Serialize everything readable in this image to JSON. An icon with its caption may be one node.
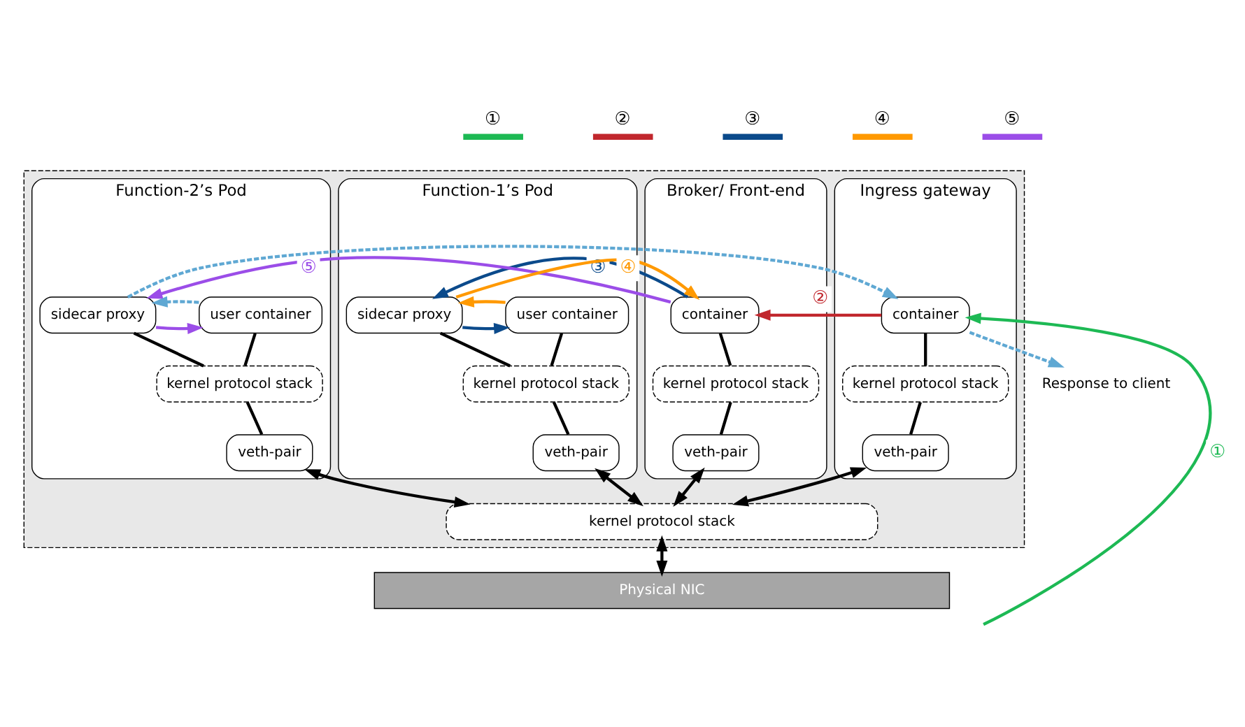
{
  "diagram": {
    "nodes": [
      {
        "text": [],
        "shape": "box"
      },
      {
        "text": [
          "Ingress gateway"
        ],
        "in": 0
      },
      {
        "text": [
          "container"
        ],
        "in": 1
      },
      {
        "text": [
          "kernel protocol stack"
        ],
        "in": 1
      },
      {
        "text": [
          "veth-pair"
        ],
        "in": 1
      },
      {
        "text": [
          "Broker/ Front-end"
        ],
        "in": 0
      },
      {
        "text": [
          "container"
        ],
        "in": 5
      },
      {
        "text": [
          "kernel protocol stack"
        ],
        "in": 5
      },
      {
        "text": [
          "veth-pair"
        ],
        "in": 5
      },
      {
        "text": [
          "Function-1’s Pod"
        ],
        "in": 0
      },
      {
        "text": [
          "user container"
        ],
        "in": 9
      },
      {
        "text": [
          "sidecar proxy"
        ],
        "in": 9
      },
      {
        "text": [
          "kernel protocol stack"
        ],
        "in": 9
      },
      {
        "text": [
          "veth-pair"
        ],
        "in": 9
      },
      {
        "text": [
          "Function-2’s Pod"
        ],
        "in": 0
      },
      {
        "text": [
          "user container"
        ],
        "in": 14
      },
      {
        "text": [
          "sidecar proxy"
        ],
        "in": 14
      },
      {
        "text": [
          "kernel protocol stack"
        ],
        "in": 14
      },
      {
        "text": [
          "veth-pair"
        ],
        "in": 14
      },
      {
        "text": [
          "kernel protocol stack"
        ],
        "in": 0
      },
      {
        "text": [
          "Physical NIC"
        ]
      },
      {
        "text": [
          "Response to client"
        ]
      }
    ],
    "edges": [
      {
        "from": 2,
        "to": 3,
        "arrow": "none"
      },
      {
        "from": 3,
        "to": 4,
        "arrow": "none"
      },
      {
        "from": 6,
        "to": 7,
        "arrow": "none"
      },
      {
        "from": 7,
        "to": 8,
        "arrow": "none"
      },
      {
        "from": 10,
        "to": 12,
        "arrow": "none"
      },
      {
        "from": 11,
        "to": 12,
        "arrow": "none"
      },
      {
        "from": 12,
        "to": 13,
        "arrow": "none"
      },
      {
        "from": 15,
        "to": 17,
        "arrow": "none"
      },
      {
        "from": 16,
        "to": 17,
        "arrow": "none"
      },
      {
        "from": 17,
        "to": 18,
        "arrow": "none"
      },
      {
        "from": 4,
        "to": 19,
        "arrow": "both"
      },
      {
        "from": 8,
        "to": 19,
        "arrow": "both"
      },
      {
        "from": 13,
        "to": 19,
        "arrow": "both"
      },
      {
        "from": 18,
        "to": 19,
        "arrow": "both"
      },
      {
        "from": 19,
        "to": 20,
        "arrow": "both"
      },
      {
        "from": null,
        "to": 2,
        "arrow": "to",
        "label": "①",
        "color": "#1db954"
      },
      {
        "from": 2,
        "to": 6,
        "arrow": "to",
        "label": "②",
        "color": "#c1272d"
      },
      {
        "from": 6,
        "to": 11,
        "arrow": "to",
        "label": "③",
        "color": "#0b4a8b"
      },
      {
        "from": 11,
        "to": 10,
        "arrow": "to",
        "color": "#0b4a8b"
      },
      {
        "from": 10,
        "to": 11,
        "arrow": "to",
        "color": "#ff9900"
      },
      {
        "from": 11,
        "to": 6,
        "arrow": "to",
        "label": "④",
        "color": "#ff9900"
      },
      {
        "from": 6,
        "to": 16,
        "arrow": "to",
        "label": "⑤",
        "color": "#9b4de8"
      },
      {
        "from": 16,
        "to": 15,
        "arrow": "to",
        "color": "#9b4de8"
      },
      {
        "from": 15,
        "to": 16,
        "arrow": "to",
        "style": "dashed",
        "color": "#5fa8d3"
      },
      {
        "from": 16,
        "to": 2,
        "arrow": "to",
        "style": "dashed",
        "color": "#5fa8d3"
      },
      {
        "from": 2,
        "to": 21,
        "arrow": "to",
        "style": "dashed",
        "color": "#5fa8d3"
      }
    ],
    "legend": [
      {
        "text": "①",
        "color": "#1db954"
      },
      {
        "text": "②",
        "color": "#c1272d"
      },
      {
        "text": "③",
        "color": "#0b4a8b"
      },
      {
        "text": "④",
        "color": "#ff9900"
      },
      {
        "text": "⑤",
        "color": "#9b4de8"
      }
    ]
  }
}
